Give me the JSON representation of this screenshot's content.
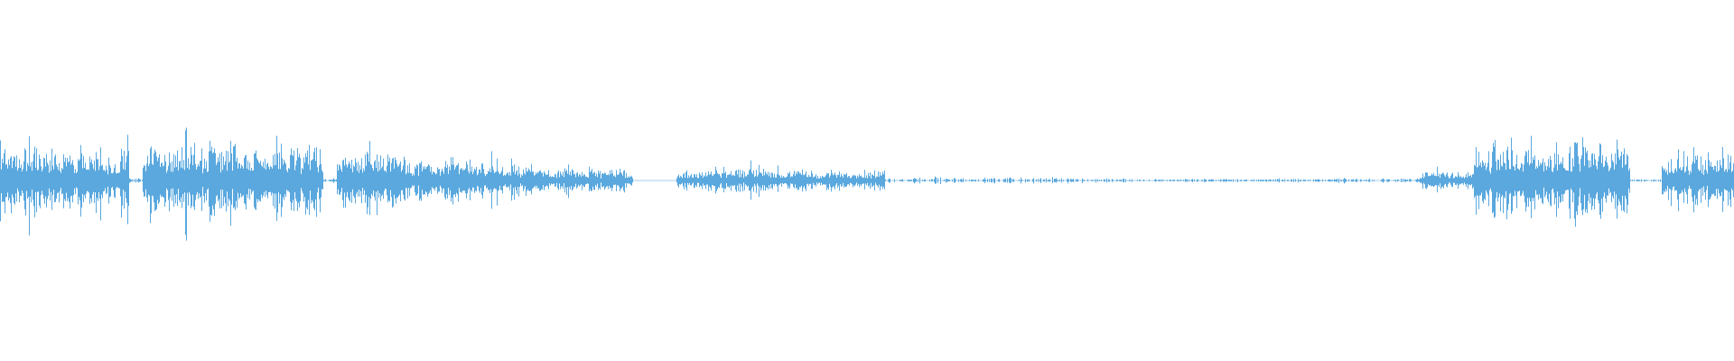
{
  "waveform": {
    "color": "#5aa8de",
    "centerline_color": "#5aa8de",
    "background": "#ffffff",
    "segments": [
      {
        "start": 0.0,
        "end": 0.074,
        "level": 0.78
      },
      {
        "start": 0.074,
        "end": 0.082,
        "level": 0.05
      },
      {
        "start": 0.082,
        "end": 0.186,
        "level": 0.88
      },
      {
        "start": 0.186,
        "end": 0.194,
        "level": 0.05
      },
      {
        "start": 0.194,
        "end": 0.233,
        "level": 0.72
      },
      {
        "start": 0.233,
        "end": 0.3,
        "level": 0.52
      },
      {
        "start": 0.3,
        "end": 0.365,
        "level": 0.28
      },
      {
        "start": 0.365,
        "end": 0.39,
        "level": 0.0
      },
      {
        "start": 0.39,
        "end": 0.45,
        "level": 0.28
      },
      {
        "start": 0.45,
        "end": 0.51,
        "level": 0.22
      },
      {
        "start": 0.51,
        "end": 0.625,
        "level": 0.07
      },
      {
        "start": 0.625,
        "end": 0.77,
        "level": 0.04
      },
      {
        "start": 0.77,
        "end": 0.82,
        "level": 0.06
      },
      {
        "start": 0.82,
        "end": 0.85,
        "level": 0.22
      },
      {
        "start": 0.85,
        "end": 0.895,
        "level": 0.82
      },
      {
        "start": 0.895,
        "end": 0.94,
        "level": 1.0
      },
      {
        "start": 0.94,
        "end": 0.958,
        "level": 0.04
      },
      {
        "start": 0.958,
        "end": 1.0,
        "level": 0.62
      }
    ]
  }
}
